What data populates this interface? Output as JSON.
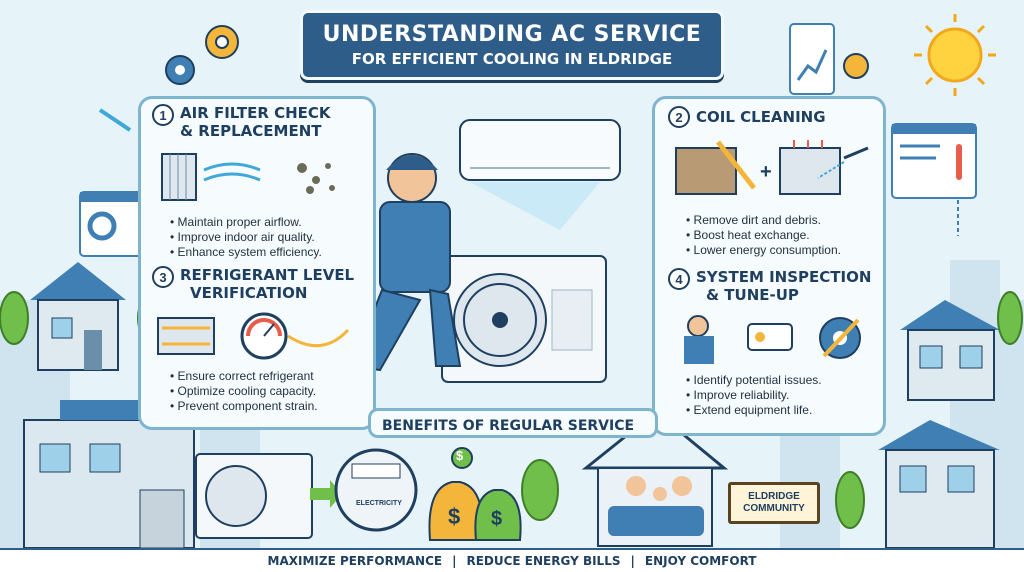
{
  "title": {
    "line1": "UNDERSTANDING AC SERVICE",
    "line2": "FOR EFFICIENT COOLING IN ELDRIDGE"
  },
  "sections": [
    {
      "num": "1",
      "title_l1": "AIR FILTER CHECK",
      "title_l2": "& REPLACEMENT",
      "bullets": [
        "• Maintain proper airflow.",
        "• Improve indoor air quality.",
        "• Enhance system efficiency."
      ]
    },
    {
      "num": "2",
      "title_l1": "COIL CLEANING",
      "title_l2": "",
      "bullets": [
        "• Remove dirt and debris.",
        "• Boost heat exchange.",
        "• Lower energy consumption."
      ]
    },
    {
      "num": "3",
      "title_l1": "REFRIGERANT LEVEL",
      "title_l2": "VERIFICATION",
      "bullets": [
        "• Ensure correct refrigerant",
        "• Optimize cooling capacity.",
        "• Prevent component strain."
      ]
    },
    {
      "num": "4",
      "title_l1": "SYSTEM INSPECTION",
      "title_l2": "& TUNE-UP",
      "bullets": [
        "• Identify potential issues.",
        "• Improve reliability.",
        "• Extend equipment life."
      ]
    }
  ],
  "benefits_title": "BENEFITS OF REGULAR SERVICE",
  "meter_label": "ELECTRICITY",
  "money_symbol": "$",
  "sign": {
    "l1": "ELDRIDGE",
    "l2": "COMMUNITY"
  },
  "footer": [
    "MAXIMIZE PERFORMANCE",
    "REDUCE ENERGY BILLS",
    "ENJOY COMFORT"
  ],
  "colors": {
    "navy": "#1f3f60",
    "banner": "#2f5d8a",
    "panel_border": "#7fb4cf",
    "sky": "#e8f4f8",
    "tree": "#6fbf4a",
    "sun": "#ffd23f"
  }
}
